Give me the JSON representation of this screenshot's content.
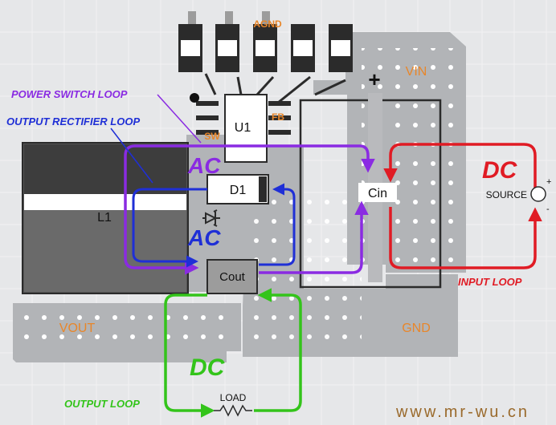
{
  "labels": {
    "agnd": "AGND",
    "vin": "VIN",
    "plus": "+",
    "u1": "U1",
    "fb": "FB",
    "sw": "SW",
    "d1": "D1",
    "cin": "Cin",
    "l1": "L1",
    "cout": "Cout",
    "vout": "VOUT",
    "gnd": "GND",
    "source": "SOURCE",
    "load": "LOAD",
    "power_switch_loop": "POWER SWITCH LOOP",
    "output_rectifier_loop": "OUTPUT RECTIFIER LOOP",
    "input_loop": "INPUT LOOP",
    "output_loop": "OUTPUT LOOP",
    "ac_upper": "AC",
    "ac_lower": "AC",
    "dc_input": "DC",
    "dc_output": "DC",
    "source_plus": "+",
    "source_minus": "-",
    "watermark": "www.mr-wu.cn"
  },
  "colors": {
    "background": "#e6e7e9",
    "pcb_copper": "#b2b4b7",
    "pad_white": "#ffffff",
    "component_dark": "#2b2b2b",
    "component_gray": "#9c9c9c",
    "power_switch_loop": "#8a2be2",
    "output_rectifier_loop": "#1f2fd6",
    "input_loop": "#e01b24",
    "output_loop": "#33c41a",
    "net_label": "#e8862a",
    "watermark": "#9a6a2c"
  }
}
